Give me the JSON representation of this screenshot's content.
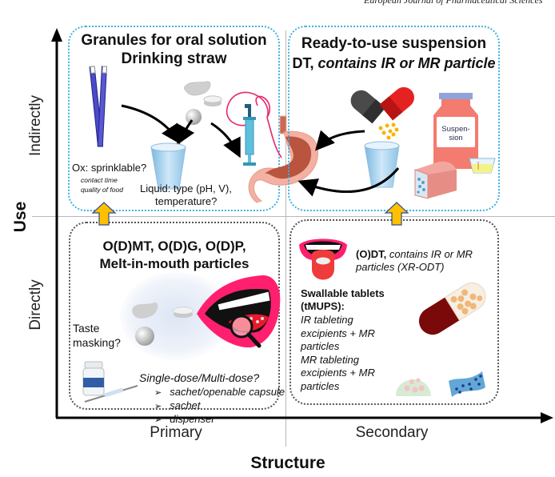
{
  "header": {
    "journal": "European Journal of Pharmaceutical Sciences"
  },
  "axes": {
    "y_title": "Use",
    "y_top": "Indirectly",
    "y_bottom": "Directly",
    "x_title": "Structure",
    "x_left": "Primary",
    "x_right": "Secondary"
  },
  "quadrants": {
    "top_left": {
      "title_line1": "Granules for oral solution",
      "title_line2": "Drinking straw",
      "note_ox": "Ox: sprinklable?",
      "note_contact": "contact time",
      "note_food": "quality of food",
      "note_liquid1": "Liquid: type (pH, V),",
      "note_liquid2": "temperature?"
    },
    "top_right": {
      "title_line1": "Ready-to-use suspension",
      "title_dt": "DT,",
      "title_rest": " contains IR or MR particle",
      "bottle_label1": "Suspen-",
      "bottle_label2": "sion"
    },
    "bottom_left": {
      "title_line1": "O(D)MT, O(D)G, O(D)P,",
      "title_line2": "Melt-in-mouth particles",
      "taste1": "Taste",
      "taste2": "masking?",
      "dose_question": "Single-dose/Multi-dose?",
      "dose_options": [
        "sachet/openable capsule",
        "sachet",
        "dispenser"
      ]
    },
    "bottom_right": {
      "odt_bold": "(O)DT,",
      "odt_rest": " contains IR or MR",
      "odt_line2": "particles (XR-ODT)",
      "swallow_title1": "Swallable tablets",
      "swallow_title2": "(tMUPS):",
      "swallow_lines": [
        "IR tableting",
        "excipients + MR",
        "particles",
        "MR tableting",
        "excipients + MR",
        "particles"
      ]
    }
  },
  "colors": {
    "quadrant_top_border": "#3fb0e0",
    "quadrant_bottom_border": "#555555",
    "up_arrow_fill": "#ffc000",
    "up_arrow_stroke": "#2f4f8f",
    "lips": "#ff1f6e",
    "capsule_red": "#e52222",
    "capsule_dark": "#4a4a4a",
    "straw": "#3a3aaa",
    "cup": "#a9d3ef",
    "bottle": "#f47b6f",
    "stomach": "#d8775f"
  }
}
